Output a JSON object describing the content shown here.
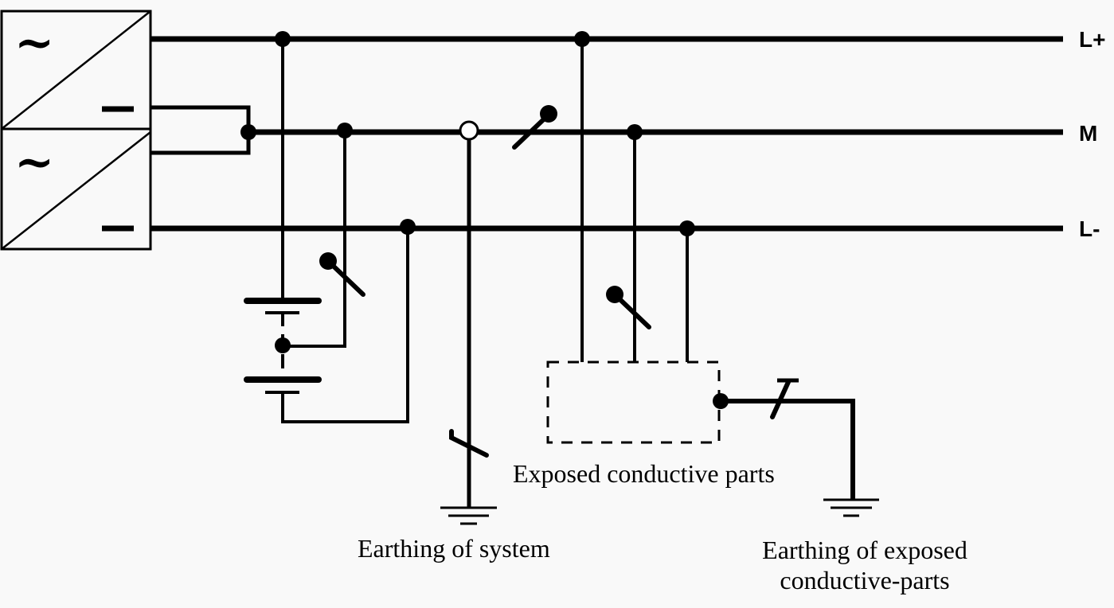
{
  "diagram": {
    "type": "electrical-schematic",
    "subject": "DC distribution system earthing arrangement",
    "colors": {
      "background": "#f9f9f9",
      "stroke": "#000000",
      "open_node_fill": "#ffffff"
    },
    "sources": [
      {
        "id": "rectifier-1",
        "ac_symbol": "~",
        "dc_symbol": "—"
      },
      {
        "id": "rectifier-2",
        "ac_symbol": "~",
        "dc_symbol": "—"
      }
    ],
    "buses": [
      {
        "id": "L+",
        "label": "L+"
      },
      {
        "id": "M",
        "label": "M"
      },
      {
        "id": "L-",
        "label": "L-"
      }
    ],
    "battery": {
      "cells": 2,
      "midpoint_connected_to": "M",
      "negative_connected_to": "L-",
      "positive_connected_to": "L+"
    },
    "captions": {
      "exposed_parts": "Exposed conductive parts",
      "earthing_system": "Earthing of system",
      "earthing_exposed_line1": "Earthing of exposed",
      "earthing_exposed_line2": "conductive-parts"
    },
    "symbols": {
      "open_node": "system earthing point on M",
      "switch_count": 3,
      "earth_symbols": 2,
      "link_marks": 2
    }
  }
}
